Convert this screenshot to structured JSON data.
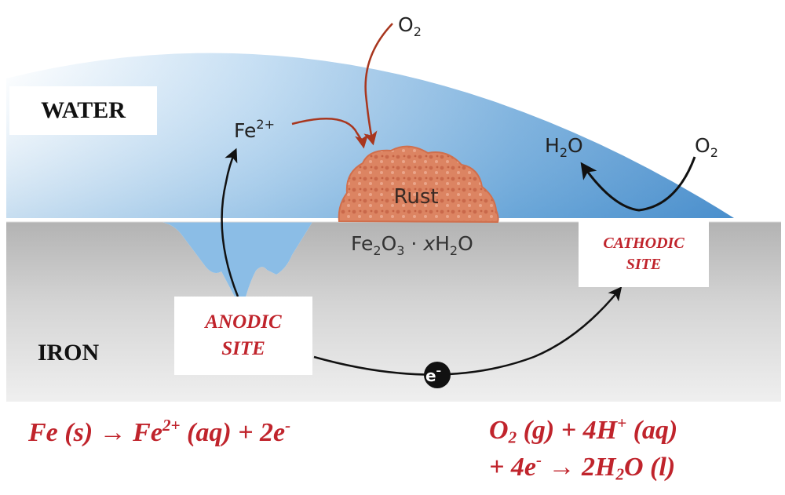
{
  "labels": {
    "water": "WATER",
    "iron": "IRON",
    "anodic_site_line1": "ANODIC",
    "anodic_site_line2": "SITE",
    "cathodic_site_line1": "CATHODIC",
    "cathodic_site_line2": "SITE",
    "rust": "Rust",
    "electron": "e",
    "electron_sup": "–"
  },
  "species": {
    "o2_top": {
      "base": "O",
      "sub": "2"
    },
    "o2_right": {
      "base": "O",
      "sub": "2"
    },
    "fe_ion": {
      "base": "Fe",
      "sup": "2+"
    },
    "h2o": {
      "a": "H",
      "sub": "2",
      "b": "O"
    },
    "rust_formula": {
      "a": "Fe",
      "s1": "2",
      "b": "O",
      "s2": "3",
      "c": " · ",
      "x": "x",
      "d": "H",
      "s3": "2",
      "e": "O"
    }
  },
  "equations": {
    "anode": {
      "p1": "Fe (s) ",
      "arrow": "→",
      "p2": " Fe",
      "sup1": "2+",
      "p3": " (aq) + 2e",
      "sup2": "-"
    },
    "cathode_line1": {
      "p1": "O",
      "sub1": "2",
      "p2": " (g) + 4H",
      "sup1": "+",
      "p3": " (aq)"
    },
    "cathode_line2": {
      "p1": "+ 4e",
      "sup1": "-",
      "p2": " ",
      "arrow": "→",
      "p3": " 2H",
      "sub1": "2",
      "p4": "O (l)"
    }
  },
  "colors": {
    "water_light": "#e9f3fb",
    "water_dark": "#4f93cd",
    "iron_top": "#b7b7b7",
    "iron_bottom": "#ececec",
    "rust": "#d9805e",
    "rust_arrow": "#a8361e",
    "equation_red": "#c0242c"
  }
}
